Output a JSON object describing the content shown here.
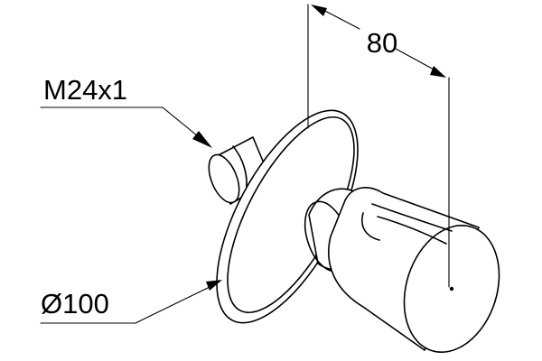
{
  "dimensions": {
    "thread": "M24x1",
    "diameter": "Ø100",
    "length": "80"
  },
  "colors": {
    "stroke": "#000000",
    "background": "#ffffff"
  }
}
